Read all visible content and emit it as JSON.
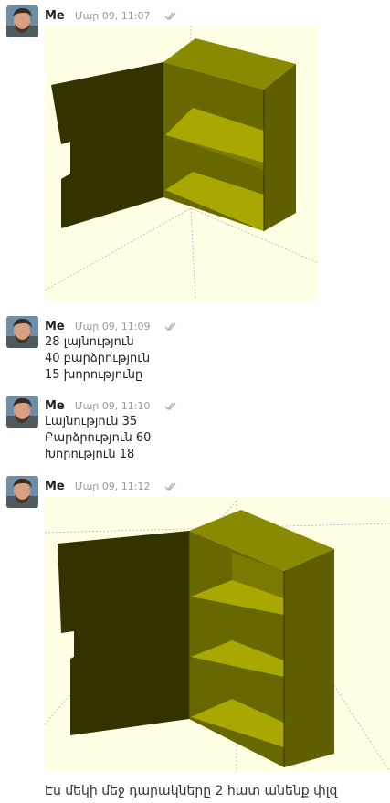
{
  "messages": [
    {
      "author": "Me",
      "time": "Մար 09, 11:07"
    },
    {
      "author": "Me",
      "time": "Մար 09, 11:09",
      "lines": [
        "28 լայնություն",
        "40 բարձրություն",
        "15 խորությունը"
      ]
    },
    {
      "author": "Me",
      "time": "Մար 09, 11:10",
      "lines": [
        "Լայնություն 35",
        "Բարձրություն 60",
        "Խորություն 18"
      ]
    },
    {
      "author": "Me",
      "time": "Մար 09, 11:12"
    }
  ],
  "caption": "Էս մեկի մեջ դարակները 2 հատ անենք փլզ",
  "colors": {
    "render_bg": "#ffffe5",
    "model_fill": "#8c8c00",
    "door_fill": "#333300"
  }
}
